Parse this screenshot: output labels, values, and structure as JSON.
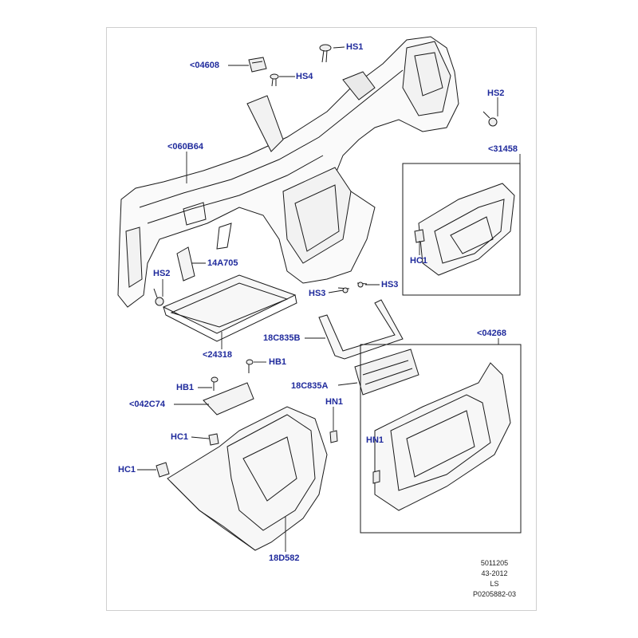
{
  "callouts": {
    "c04608": "<04608",
    "hs1": "HS1",
    "hs4": "HS4",
    "hs2_right": "HS2",
    "c060b64": "<060B64",
    "c31458": "<31458",
    "hc1_right": "HC1",
    "c14a705": "14A705",
    "hs2_left": "HS2",
    "hs3_right": "HS3",
    "hs3_left": "HS3",
    "c18c835b": "18C835B",
    "c24318": "<24318",
    "hb1_right": "HB1",
    "hb1_left": "HB1",
    "c18c835a": "18C835A",
    "c04268": "<04268",
    "c042c74": "<042C74",
    "hn1_top": "HN1",
    "hc1_mid": "HC1",
    "hn1_right": "HN1",
    "hc1_left": "HC1",
    "c18d582": "18D582"
  },
  "reference": {
    "line1": "5011205",
    "line2": "43-2012",
    "line3": "LS",
    "line4": "P0205882-03"
  },
  "colors": {
    "callout": "#1f2a9c",
    "outline": "#1a1a1a",
    "frame": "#cfcfcf"
  }
}
